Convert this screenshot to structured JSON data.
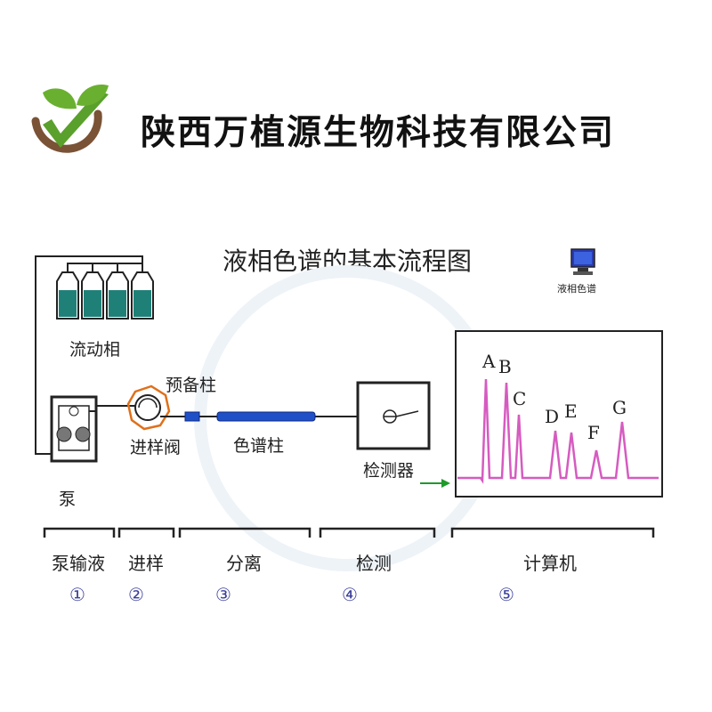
{
  "company": {
    "name": "陕西万植源生物科技有限公司"
  },
  "diagram": {
    "title": "液相色谱的基本流程图",
    "computer_icon_label": "液相色谱",
    "components": {
      "mobile_phase": "流动相",
      "pump": "泵",
      "precolumn": "预备柱",
      "injection_valve": "进样阀",
      "column": "色谱柱",
      "detector": "检测器"
    },
    "peaks": [
      "A",
      "B",
      "C",
      "D",
      "E",
      "F",
      "G"
    ],
    "stages": [
      {
        "label": "泵输液",
        "number": "①"
      },
      {
        "label": "进样",
        "number": "②"
      },
      {
        "label": "分离",
        "number": "③"
      },
      {
        "label": "检测",
        "number": "④"
      },
      {
        "label": "计算机",
        "number": "⑤"
      }
    ]
  },
  "colors": {
    "bottle_liquid": "#1f8078",
    "valve_orange": "#e0701a",
    "column_blue": "#2050c8",
    "signal_magenta": "#d65bc0",
    "arrow_green": "#1f9a2a",
    "logo_green": "#5aa02c",
    "logo_brown": "#7a5236"
  }
}
